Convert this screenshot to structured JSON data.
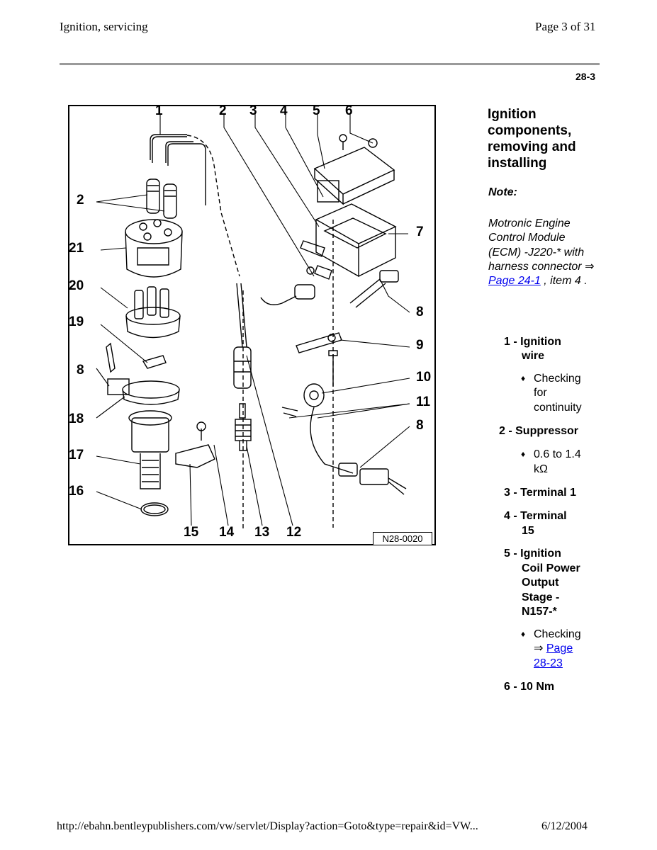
{
  "header": {
    "title": "Ignition, servicing",
    "page": "Page 3 of 31"
  },
  "page_number": "28-3",
  "figure": {
    "code": "N28-0020",
    "callouts": [
      "1",
      "2",
      "3",
      "4",
      "5",
      "6",
      "7",
      "8",
      "9",
      "10",
      "11",
      "8",
      "12",
      "13",
      "14",
      "15",
      "16",
      "17",
      "18",
      "8",
      "19",
      "20",
      "21",
      "2"
    ]
  },
  "section": {
    "title": "Ignition components, removing and installing",
    "note_label": "Note:",
    "note_text": "Motronic Engine Control Module (ECM) -J220-* with harness connector",
    "note_arrow": "⇒",
    "note_link": "Page 24-1",
    "note_after": " , item 4 ."
  },
  "items": {
    "i1": {
      "num": "1 - ",
      "l1": "Ignition",
      "l2": "wire"
    },
    "i1_sub": {
      "l1": "Checking",
      "l2": "for",
      "l3": "continuity"
    },
    "i2": {
      "text": "2 - Suppressor"
    },
    "i2_sub": {
      "l1": "0.6 to 1.4",
      "l2": "kΩ"
    },
    "i3": {
      "text": "3 - Terminal 1"
    },
    "i4": {
      "num": "4 - ",
      "l1": "Terminal",
      "l2": "15"
    },
    "i5": {
      "num": "5 - ",
      "l1": "Ignition",
      "l2": "Coil Power",
      "l3": "Output",
      "l4": "Stage -",
      "l5": "N157-*"
    },
    "i5_sub": {
      "l1": "Checking",
      "arrow": "⇒",
      "link1": "Page",
      "link2": "28-23"
    },
    "i6": {
      "text": "6 - 10 Nm"
    },
    "bullet": "♦"
  },
  "footer": {
    "url": "http://ebahn.bentleypublishers.com/vw/servlet/Display?action=Goto&type=repair&id=VW...",
    "date": "6/12/2004"
  }
}
